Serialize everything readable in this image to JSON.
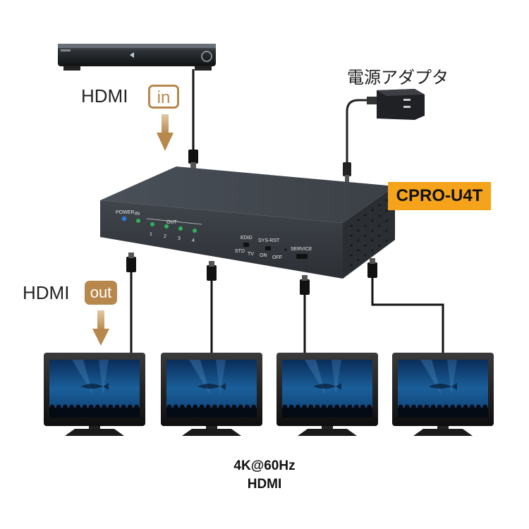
{
  "labels": {
    "hdmi_in_text": "HDMI",
    "in_badge": "in",
    "hdmi_out_text": "HDMI",
    "out_badge": "out",
    "adapter": "電源アダプタ",
    "model": "CPRO-U4T",
    "caption_line1": "4K@60Hz",
    "caption_line2": "HDMI"
  },
  "panel": {
    "power": "POWER",
    "in": "IN",
    "out": "OUT",
    "ports": [
      "1",
      "2",
      "3",
      "4"
    ],
    "edid": "EDID",
    "sys_rst": "SYS-RST",
    "service": "SERVICE",
    "std": "STD",
    "tv": "TV",
    "on": "ON",
    "off": "OFF"
  },
  "colors": {
    "accent_brown": "#b8874c",
    "model_badge": "#f5a31a",
    "device_body": "#3a3f45",
    "led_green": "#2fb35a",
    "led_blue": "#2f7bd8"
  }
}
